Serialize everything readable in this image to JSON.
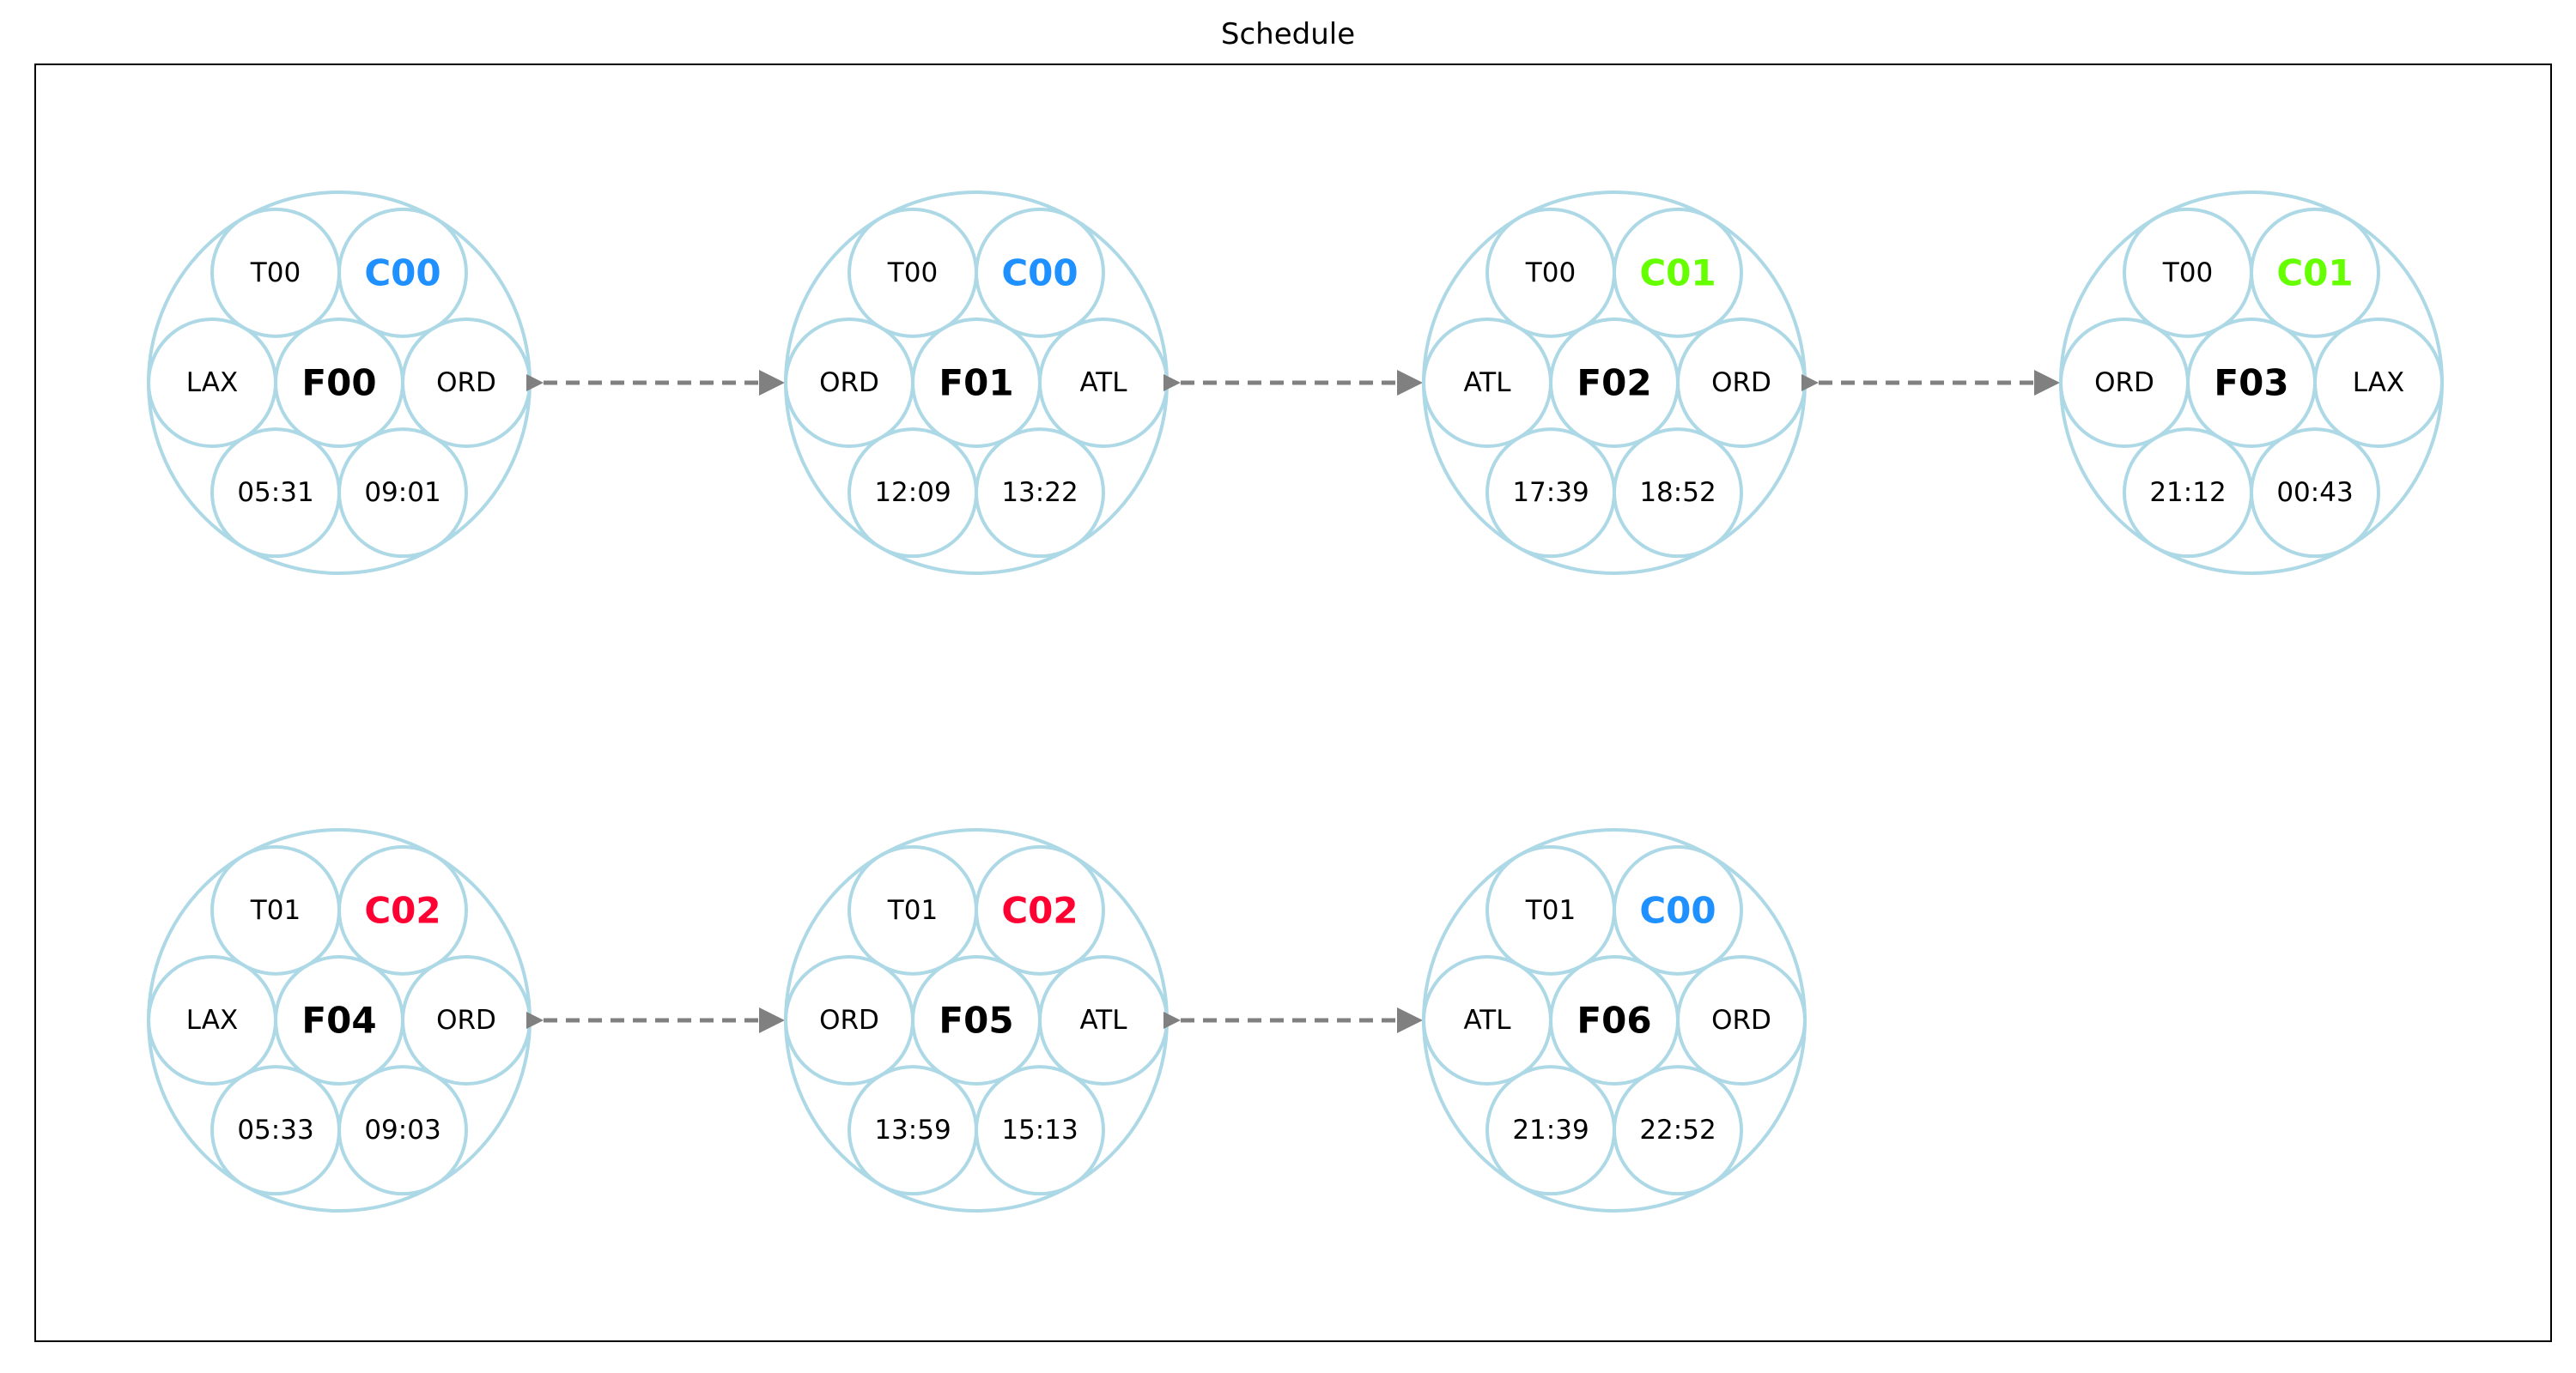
{
  "title": "Schedule",
  "crew_colors": {
    "C00": "#1e90ff",
    "C01": "#66ff00",
    "C02": "#ff0033"
  },
  "rows": [
    {
      "flights": [
        {
          "id": "F00",
          "tail": "T00",
          "crew": "C00",
          "origin": "LAX",
          "dest": "ORD",
          "dep": "05:31",
          "arr": "09:01"
        },
        {
          "id": "F01",
          "tail": "T00",
          "crew": "C00",
          "origin": "ORD",
          "dest": "ATL",
          "dep": "12:09",
          "arr": "13:22"
        },
        {
          "id": "F02",
          "tail": "T00",
          "crew": "C01",
          "origin": "ATL",
          "dest": "ORD",
          "dep": "17:39",
          "arr": "18:52"
        },
        {
          "id": "F03",
          "tail": "T00",
          "crew": "C01",
          "origin": "ORD",
          "dest": "LAX",
          "dep": "21:12",
          "arr": "00:43"
        }
      ]
    },
    {
      "flights": [
        {
          "id": "F04",
          "tail": "T01",
          "crew": "C02",
          "origin": "LAX",
          "dest": "ORD",
          "dep": "05:33",
          "arr": "09:03"
        },
        {
          "id": "F05",
          "tail": "T01",
          "crew": "C02",
          "origin": "ORD",
          "dest": "ATL",
          "dep": "13:59",
          "arr": "15:13"
        },
        {
          "id": "F06",
          "tail": "T01",
          "crew": "C00",
          "origin": "ATL",
          "dest": "ORD",
          "dep": "21:39",
          "arr": "22:52"
        }
      ]
    }
  ]
}
